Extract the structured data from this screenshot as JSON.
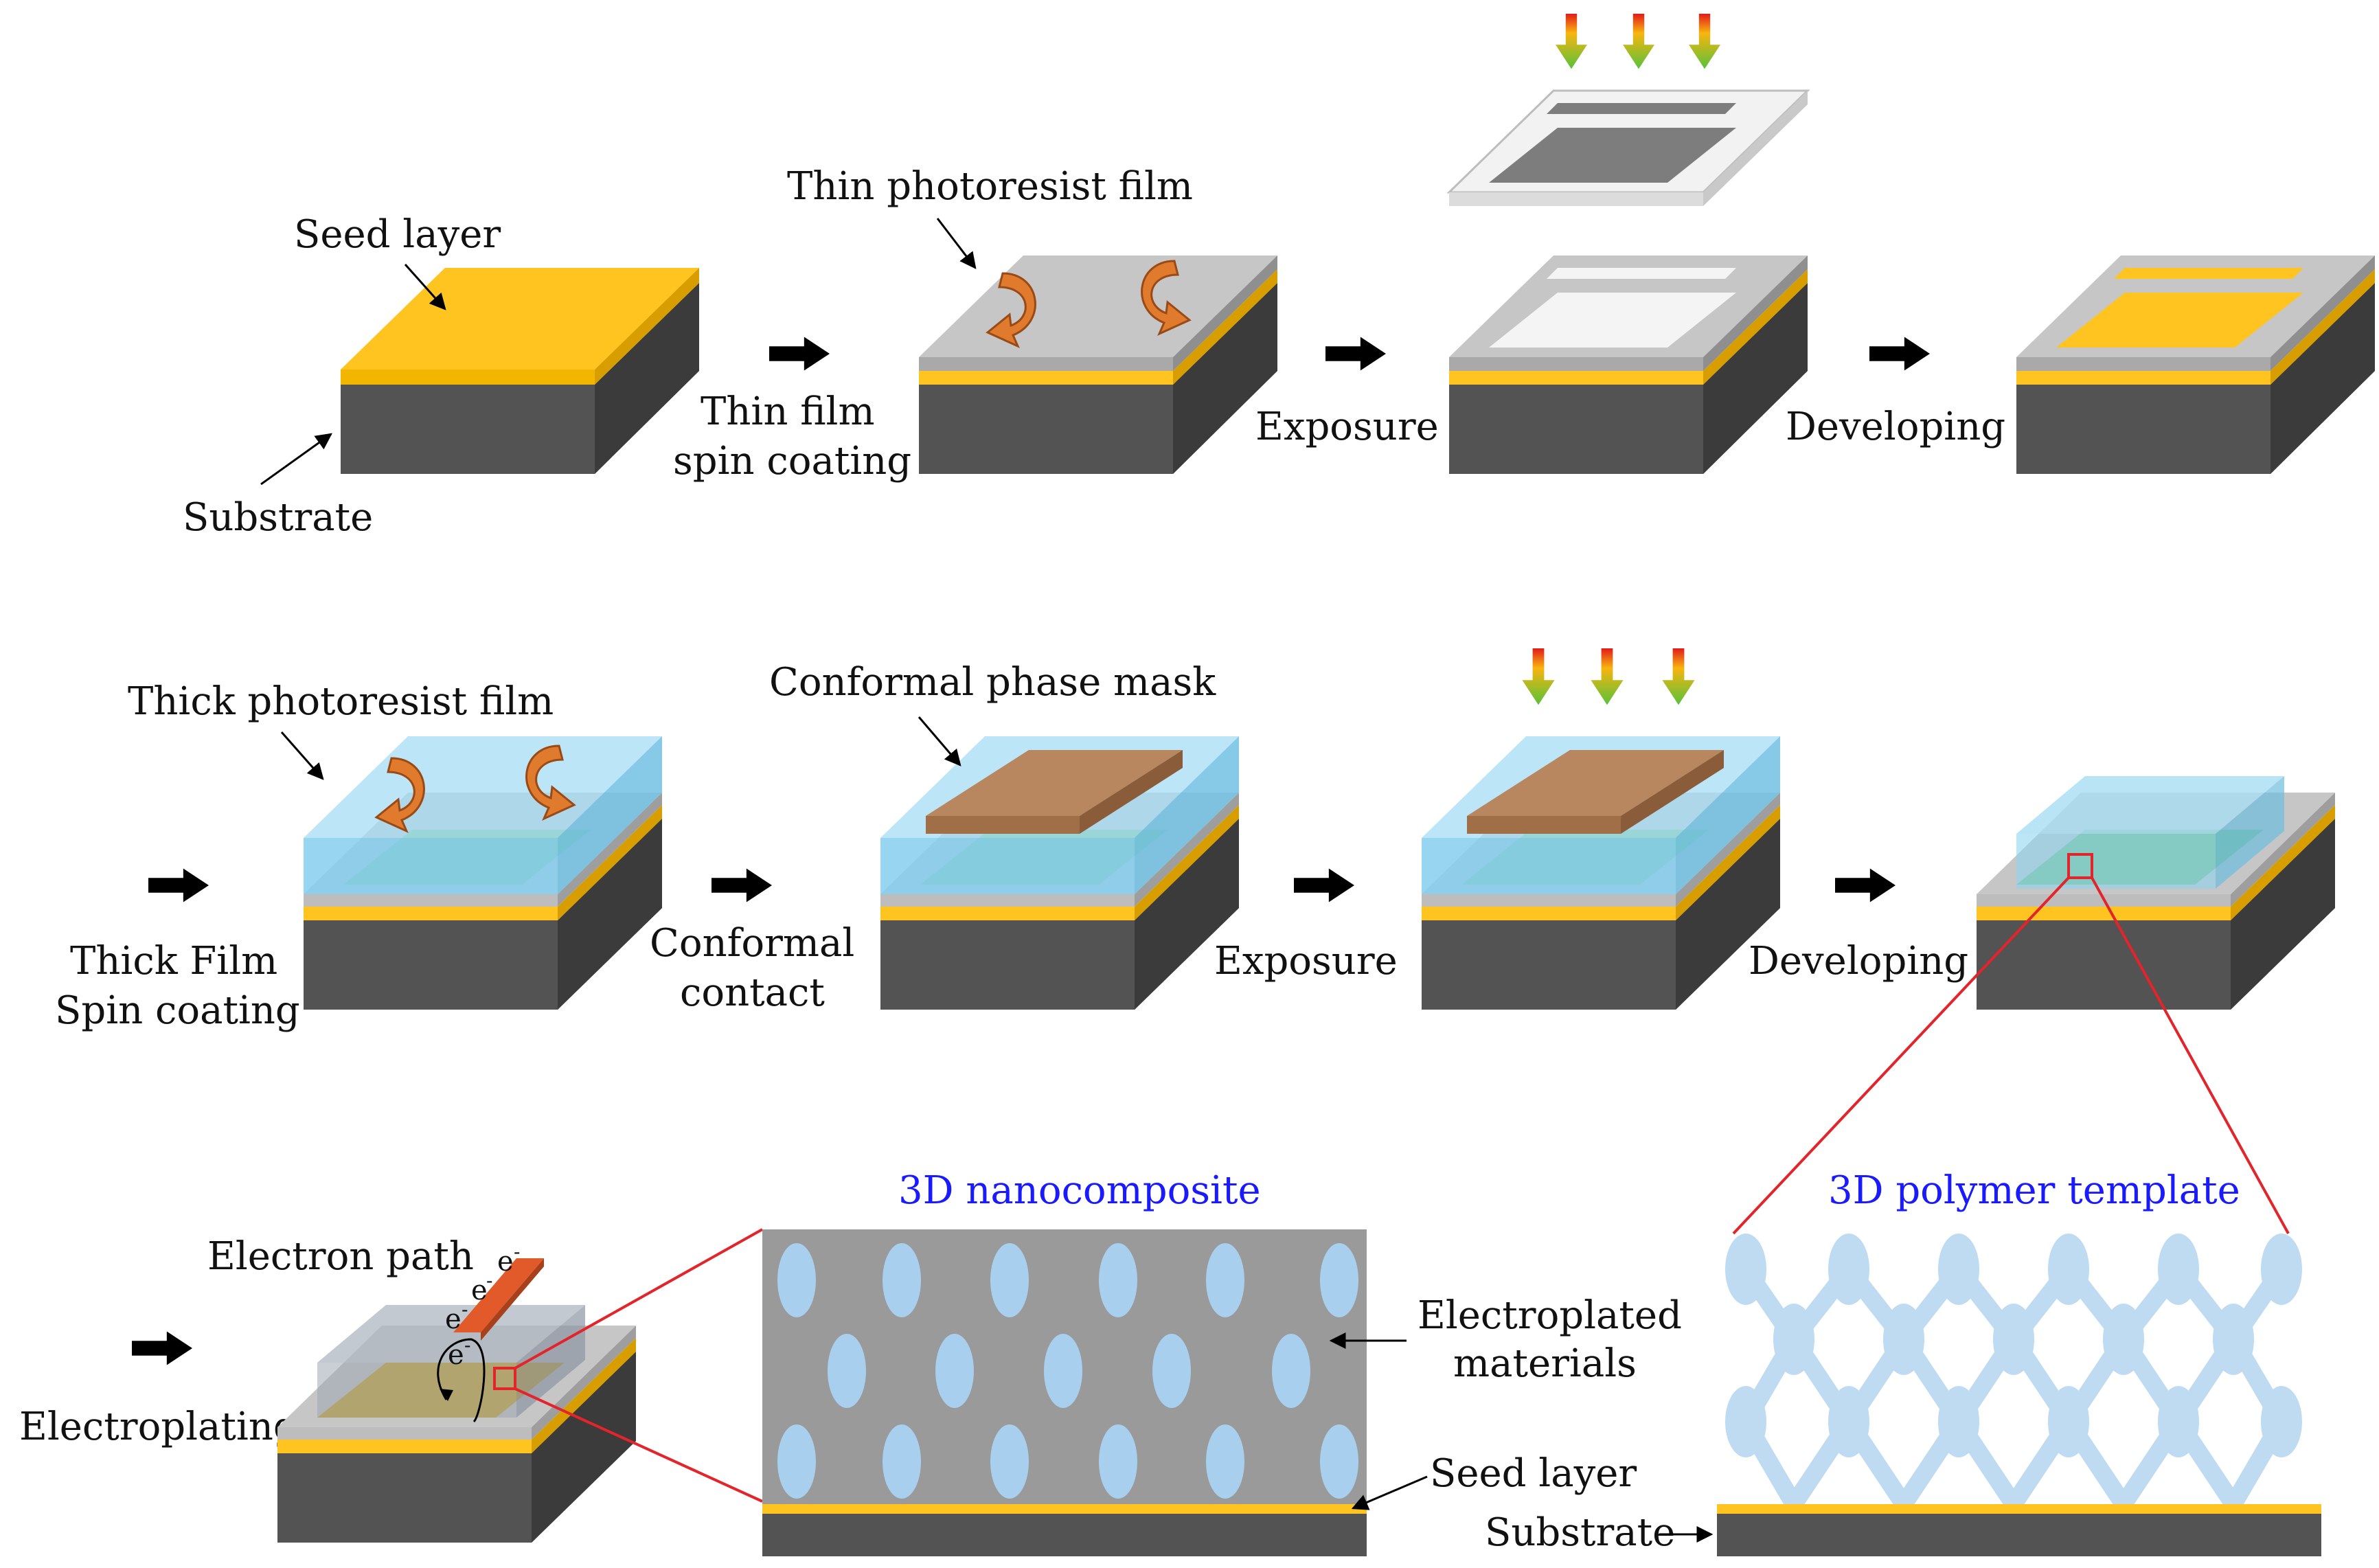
{
  "labels": {
    "seed_layer": "Seed layer",
    "substrate": "Substrate",
    "thin_photoresist_film": "Thin photoresist film",
    "thin_film_spin_line1": "Thin film",
    "thin_film_spin_line2": "spin coating",
    "exposure": "Exposure",
    "developing": "Developing",
    "thick_photoresist_film": "Thick photoresist film",
    "thick_film_spin_line1": "Thick Film",
    "thick_film_spin_line2": "Spin coating",
    "conformal_phase_mask": "Conformal phase mask",
    "conformal_contact_line1": "Conformal",
    "conformal_contact_line2": "contact",
    "exposure2": "Exposure",
    "developing2": "Developing",
    "electron_path": "Electron path",
    "electroplating": "Electroplating",
    "nanocomposite_3d": "3D nanocomposite",
    "polymer_template_3d": "3D polymer template",
    "electroplated_line1": "Electroplated",
    "electroplated_line2": "materials",
    "seed_layer_2": "Seed layer",
    "substrate_2": "Substrate",
    "electron": "e",
    "electron_sup": "-"
  },
  "colors": {
    "substrate_front": "#535353",
    "substrate_side": "#3b3b3b",
    "seed": "#ffc41f",
    "resist_gray": "#c6c6c6",
    "resist_blue": "#8fd3f0",
    "phase_mask": "#b07a50",
    "rotate_arrow": "#e07a2c",
    "zoom_line": "#e3242b",
    "nanocomposite_bg": "#9a9a9a",
    "pore": "#a9cfee",
    "blue_title": "#1a1aff"
  }
}
